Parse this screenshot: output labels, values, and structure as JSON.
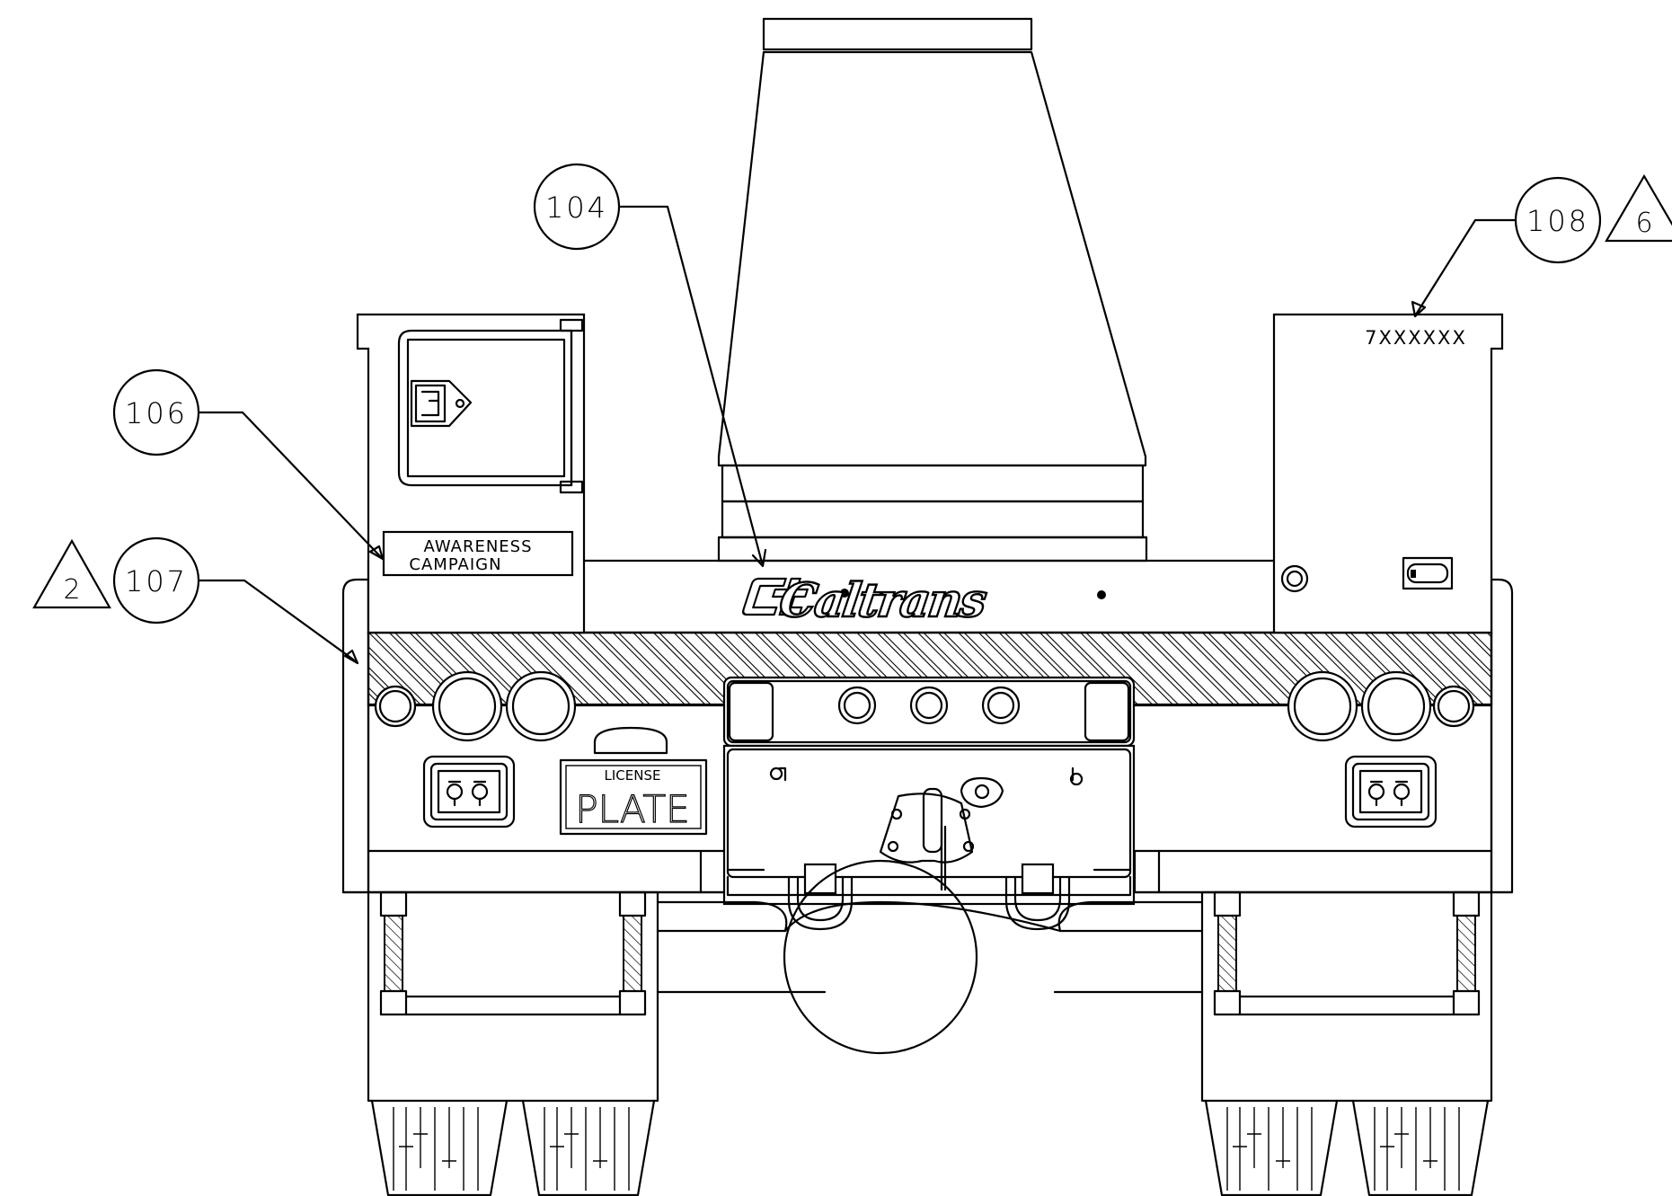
{
  "callouts": {
    "c104": "104",
    "c106": "106",
    "c107": "107",
    "c108": "108"
  },
  "revisions": {
    "r2": "2",
    "r6": "6"
  },
  "labels": {
    "awareness_line1": "AWARENESS",
    "awareness_line2": "CAMPAIGN",
    "unit_number": "7XXXXXX",
    "license_top": "LICENSE",
    "license_bottom": "PLATE",
    "brand_logo": "Caltrans"
  },
  "colors": {
    "line": "#000000",
    "background": "#ffffff"
  }
}
